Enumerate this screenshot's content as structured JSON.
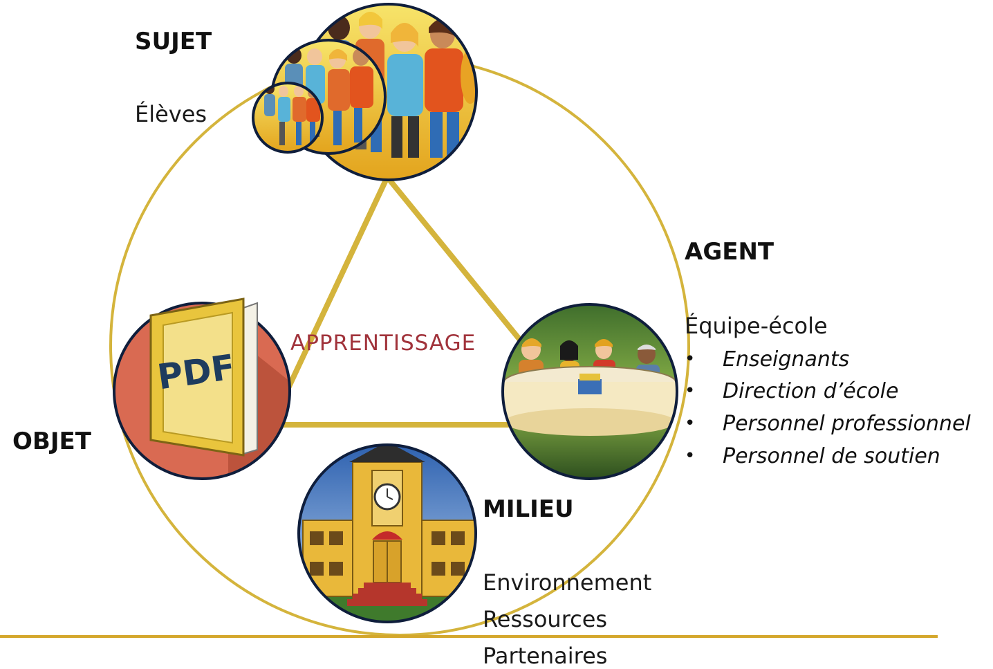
{
  "center_label": "APPRENTISSAGE",
  "sujet": {
    "title": "SUJET",
    "subtitle": "Élèves"
  },
  "agent": {
    "title": "AGENT",
    "subtitle": "Équipe-école",
    "items": [
      "Enseignants",
      "Direction d’école",
      "Personnel professionnel",
      "Personnel de soutien"
    ]
  },
  "objet": {
    "title": "OBJET",
    "book_label": "PDF"
  },
  "milieu": {
    "title": "MILIEU",
    "items": [
      "Environnement",
      "Ressources",
      "Partenaires"
    ]
  },
  "colors": {
    "gold_line": "#d4b43c",
    "label_red": "#a1333b",
    "book_circle": "#d96a52",
    "navy_ring": "#0f1e3c"
  },
  "icons": {
    "sujet": "students-crowd-icon",
    "agent": "team-meeting-icon",
    "objet": "pdf-book-icon",
    "milieu": "school-building-icon"
  }
}
